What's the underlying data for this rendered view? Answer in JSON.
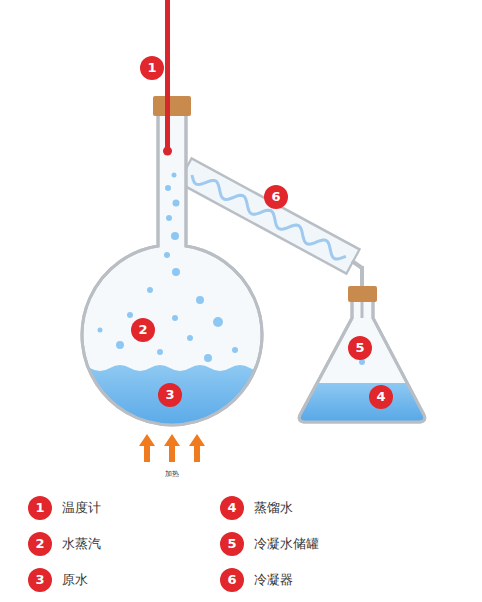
{
  "diagram": {
    "labels": [
      "1",
      "6",
      "2",
      "5",
      "3",
      "4",
      "加热",
      "1",
      "温度计",
      "4",
      "蒸馏水",
      "2",
      "水蒸汽",
      "5",
      "冷凝水储罐",
      "3",
      "原水",
      "6",
      "冷凝器"
    ]
  }
}
